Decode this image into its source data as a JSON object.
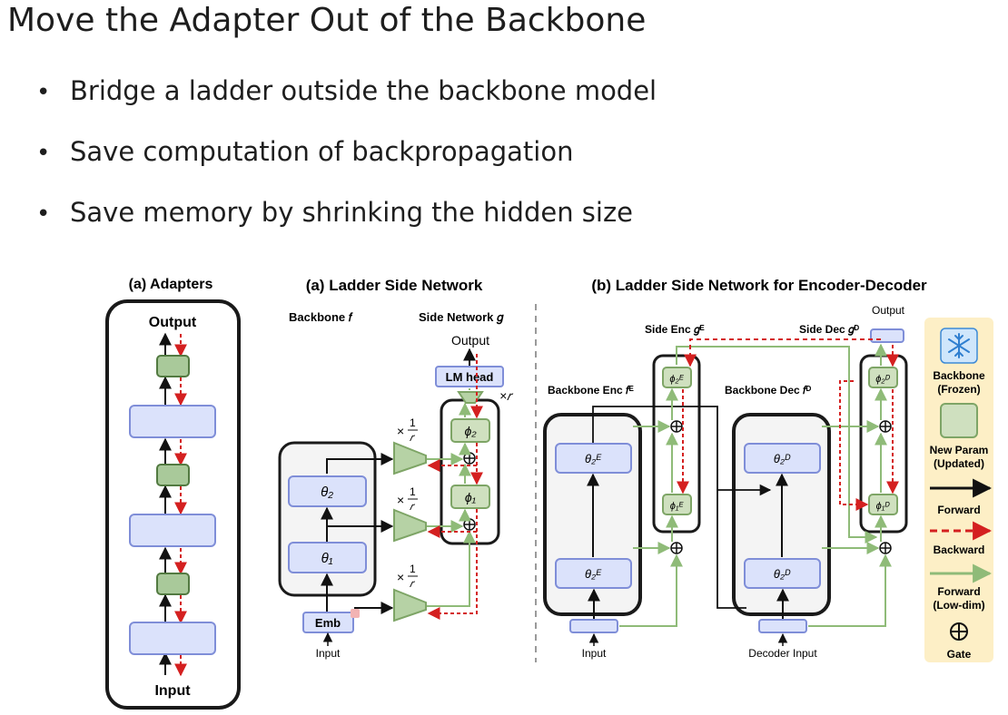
{
  "slide": {
    "title": "Move the Adapter Out of the Backbone",
    "bullets": [
      "Bridge a ladder outside the backbone model",
      "Save computation of backpropagation",
      "Save memory by shrinking the hidden size"
    ]
  },
  "figure": {
    "adapters": {
      "title": "(a) Adapters",
      "output": "Output",
      "input": "Input"
    },
    "lsn": {
      "title": "(a) Ladder Side Network",
      "backbone": "Backbone 𝑓",
      "side_network": "Side Network 𝑔",
      "output": "Output",
      "lm_head": "LM head",
      "times_r": "×𝑟",
      "theta2": "θ₂",
      "theta1": "θ₁",
      "phi2": "ϕ₂",
      "phi1": "ϕ₁",
      "emb": "Emb",
      "input": "Input",
      "scale_times": "×",
      "scale_num": "1",
      "scale_den": "𝑟"
    },
    "encdec": {
      "title": "(b) Ladder Side Network for Encoder-Decoder",
      "output": "Output",
      "side_enc": "Side Enc 𝑔ᴱ",
      "side_dec": "Side Dec 𝑔ᴰ",
      "backbone_enc": "Backbone Enc 𝑓ᴱ",
      "backbone_dec": "Backbone Dec 𝑓ᴰ",
      "theta_e_top": "θ₂ᴱ",
      "theta_e_bottom": "θ₂ᴱ",
      "theta_d_top": "θ₂ᴰ",
      "theta_d_bottom": "θ₂ᴰ",
      "phi_e2": "ϕ₂ᴱ",
      "phi_e1": "ϕ₁ᴱ",
      "phi_d2": "ϕ₂ᴰ",
      "phi_d1": "ϕ₁ᴰ",
      "input": "Input",
      "decoder_input": "Decoder Input"
    },
    "legend": {
      "backbone": "Backbone",
      "backbone_sub": "(Frozen)",
      "new_param": "New Param",
      "new_param_sub": "(Updated)",
      "forward": "Forward",
      "backward": "Backward",
      "forward_low": "Forward",
      "forward_low_sub": "(Low-dim)",
      "gate": "Gate"
    },
    "colors": {
      "block_fill": "#dbe2fb",
      "block_stroke": "#7f8ed8",
      "param_fill": "#cfe0bf",
      "param_stroke": "#7ea566",
      "adapter_fill": "#a9c99a",
      "adapter_stroke": "#527a41",
      "green_arrow": "#8fbb78",
      "red_arrow": "#d42020",
      "legend_bg": "#fdefc6",
      "snow_fill": "#cfe6fb",
      "snow_stroke": "#3d8ad6"
    },
    "icons": {
      "snowflake": "snowflake-icon",
      "gate": "gate-icon"
    }
  }
}
